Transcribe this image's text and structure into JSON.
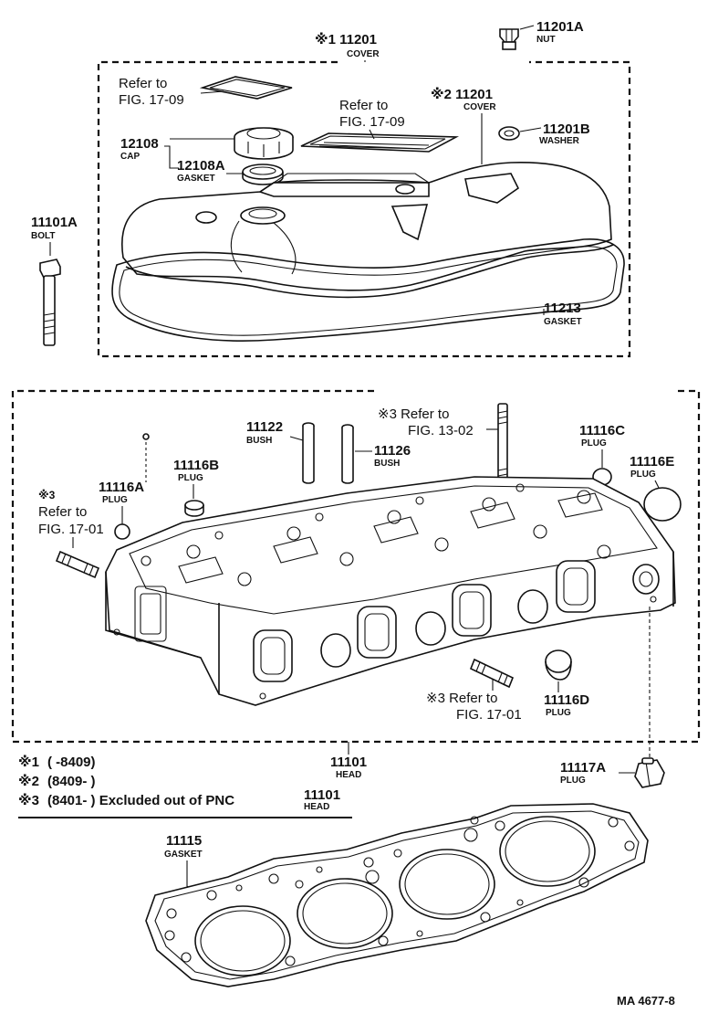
{
  "callouts": {
    "c11201_top": {
      "num": "※1 11201",
      "caption": "COVER"
    },
    "c11201A": {
      "num": "11201A",
      "caption": "NUT"
    },
    "ref_a": {
      "line1": "Refer to",
      "line2": "FIG. 17-09"
    },
    "ref_b": {
      "line1": "Refer to",
      "line2": "FIG. 17-09"
    },
    "c11201_mid": {
      "num": "※2 11201",
      "caption": "COVER"
    },
    "c11201B": {
      "num": "11201B",
      "caption": "WASHER"
    },
    "c12108": {
      "num": "12108",
      "caption": "CAP"
    },
    "c12108A": {
      "num": "12108A",
      "caption": "GASKET"
    },
    "c11101A": {
      "num": "11101A",
      "caption": "BOLT"
    },
    "c11213": {
      "num": "11213",
      "caption": "GASKET"
    },
    "ref_c": {
      "line1": "※3 Refer to",
      "line2": "FIG. 13-02"
    },
    "c11122": {
      "num": "11122",
      "caption": "BUSH"
    },
    "c11126": {
      "num": "11126",
      "caption": "BUSH"
    },
    "c11116C": {
      "num": "11116C",
      "caption": "PLUG"
    },
    "c11116E": {
      "num": "11116E",
      "caption": "PLUG"
    },
    "c11116B": {
      "num": "11116B",
      "caption": "PLUG"
    },
    "c11116A": {
      "num": "11116A",
      "caption": "PLUG"
    },
    "ref_d": {
      "mark": "※3",
      "line1": "Refer to",
      "line2": "FIG. 17-01"
    },
    "ref_e": {
      "line1": "※3 Refer to",
      "line2": "FIG. 17-01"
    },
    "c11116D": {
      "num": "11116D",
      "caption": "PLUG"
    },
    "c11101": {
      "num": "11101",
      "caption": "HEAD"
    },
    "c11117A": {
      "num": "11117A",
      "caption": "PLUG"
    },
    "c11115": {
      "num": "11115",
      "caption": "GASKET"
    }
  },
  "legend": [
    {
      "mark": "※1",
      "text": "(      -8409)"
    },
    {
      "mark": "※2",
      "text": "(8409-        )"
    },
    {
      "mark": "※3",
      "text": "(8401-        ) Excluded out of PNC",
      "pnc": "11101",
      "pnc_caption": "HEAD"
    }
  ],
  "figure_id": "MA 4677-8"
}
